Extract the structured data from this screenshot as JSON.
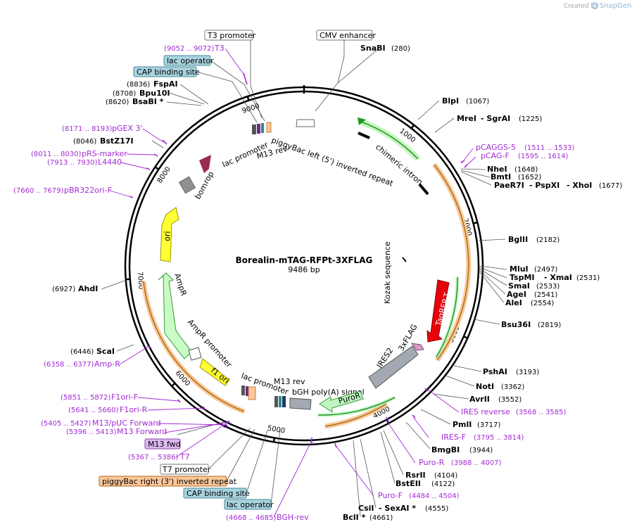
{
  "credit": {
    "prefix": "Created by",
    "brand": "SnapGene"
  },
  "plasmid": {
    "name": "Borealin-mTAG-RFPt-3XFLAG",
    "length": "9486 bp"
  },
  "ticks": [
    "1000",
    "2000",
    "3000",
    "4000",
    "5000",
    "6000",
    "7000",
    "8000",
    "9000"
  ],
  "boxes": {
    "t3": "T3 promoter",
    "cmv": "CMV enhancer",
    "lacop1": "lac operator",
    "cap1": "CAP binding site",
    "m13fwd": "M13 fwd",
    "t7": "T7 promoter",
    "pbright": "piggyBac right (3') inverted repeat",
    "cap2": "CAP binding site",
    "lacop2": "lac operator"
  },
  "features": {
    "pbleft": "piggyBac left (5') inverted repeat",
    "lacprom1": "lac promoter",
    "m13rev1": "M13 rev",
    "bom": "bom",
    "rop": "rop",
    "chimeric": "chimeric intron",
    "ori": "ori",
    "kozak": "Kozak sequence",
    "ampr": "AmpR",
    "amprprom": "AmpR promoter",
    "tagrfp": "TagRFP-T",
    "flag": "3xFLAG",
    "ires": "IRES2",
    "f1ori": "f1 ori",
    "lacprom2": "lac promoter",
    "m13rev2": "M13 rev",
    "bgh": "bGH poly(A) signal",
    "puror": "PuroR"
  },
  "sites": {
    "snabi": {
      "name": "SnaBI",
      "pos": "(280)"
    },
    "blpi": {
      "name": "BlpI",
      "pos": "(1067)"
    },
    "mrei": {
      "name": "MreI",
      "name2": "- SgrAI",
      "pos": "(1225)"
    },
    "nhei": {
      "name": "NheI",
      "pos": "(1648)"
    },
    "bmti": {
      "name": "BmtI",
      "pos": "(1652)"
    },
    "pae": {
      "name": "PaeR7I",
      "name2": "- PspXI",
      "name3": "- XhoI",
      "pos": "(1677)"
    },
    "bglii": {
      "name": "BglII",
      "pos": "(2182)"
    },
    "mlui": {
      "name": "MluI",
      "pos": "(2497)"
    },
    "tspmi": {
      "name": "TspMI",
      "name2": "- XmaI",
      "pos": "(2531)"
    },
    "smai": {
      "name": "SmaI",
      "pos": "(2533)"
    },
    "agei": {
      "name": "AgeI",
      "pos": "(2541)"
    },
    "alei": {
      "name": "AleI",
      "pos": "(2554)"
    },
    "bsu36i": {
      "name": "Bsu36I",
      "pos": "(2819)"
    },
    "pshai": {
      "name": "PshAI",
      "pos": "(3193)"
    },
    "noti": {
      "name": "NotI",
      "pos": "(3362)"
    },
    "avrii": {
      "name": "AvrII",
      "pos": "(3552)"
    },
    "pmli": {
      "name": "PmlI",
      "pos": "(3717)"
    },
    "bmgbi": {
      "name": "BmgBI",
      "pos": "(3944)"
    },
    "rsrii": {
      "name": "RsrII",
      "pos": "(4104)"
    },
    "bsteii": {
      "name": "BstEII",
      "pos": "(4122)"
    },
    "csii": {
      "name": "CsiI",
      "name2": "- SexAI *",
      "pos": "(4555)"
    },
    "bcli": {
      "name": "BclI *",
      "pos": "(4661)"
    },
    "ahdi": {
      "name": "AhdI",
      "pos": "(6927)"
    },
    "scai": {
      "name": "ScaI",
      "pos": "(6446)"
    },
    "bstz17i": {
      "name": "BstZ17I",
      "pos": "(8046)"
    },
    "fspai": {
      "name": "FspAI",
      "pos": "(8836)"
    },
    "bpu10i": {
      "name": "Bpu10I",
      "pos": "(8708)"
    },
    "bsabi": {
      "name": "BsaBI *",
      "pos": "(8620)"
    }
  },
  "primers": {
    "t3": {
      "name": "T3",
      "pos": "(9052 .. 9072)"
    },
    "pgex": {
      "name": "pGEX 3'",
      "pos": "(8171 .. 8193)"
    },
    "prs": {
      "name": "pRS-marker",
      "pos": "(8011 .. 8030)"
    },
    "l4440": {
      "name": "L4440",
      "pos": "(7913 .. 7930)"
    },
    "pbr": {
      "name": "pBR322ori-F",
      "pos": "(7660 .. 7679)"
    },
    "pcaggs": {
      "name": "pCAGGS-5",
      "pos": "(1511 .. 1533)"
    },
    "pcag": {
      "name": "pCAG-F",
      "pos": "(1595 .. 1614)"
    },
    "iresrev": {
      "name": "IRES reverse",
      "pos": "(3568 .. 3585)"
    },
    "iresf": {
      "name": "IRES-F",
      "pos": "(3795 .. 3814)"
    },
    "puror": {
      "name": "Puro-R",
      "pos": "(3988 .. 4007)"
    },
    "purof": {
      "name": "Puro-F",
      "pos": "(4484 .. 4504)"
    },
    "bghrev": {
      "name": "BGH-rev",
      "pos": "(4668 .. 4685)"
    },
    "ampr": {
      "name": "Amp-R",
      "pos": "(6358 .. 6377)"
    },
    "f1orif": {
      "name": "F1ori-F",
      "pos": "(5851 .. 5872)"
    },
    "f1orir": {
      "name": "F1ori-R",
      "pos": "(5641 .. 5660)"
    },
    "m13puc": {
      "name": "M13/pUC Forward",
      "pos": "(5405 .. 5427)"
    },
    "m13f": {
      "name": "M13 Forward",
      "pos": "(5396 .. 5413)"
    },
    "t7": {
      "name": "T7",
      "pos": "(5367 .. 5386)"
    }
  },
  "colors": {
    "backbone": "#000000",
    "primer": "#a329d6",
    "cap_box": "#a8d3df",
    "orange_box": "#fcc79a",
    "m13_box": "#dcb8ee",
    "tagrfp": "#e8000b",
    "ori": "#ffff00",
    "puror": "#bff5c1",
    "ampr": "#c9fbc5",
    "chimeric": "#1f9a1f",
    "orange_band": "#e8962e",
    "gray_feature": "#a3a9b3",
    "bom": "#909090",
    "rop": "#9b2a55",
    "flag": "#d39bc4"
  }
}
